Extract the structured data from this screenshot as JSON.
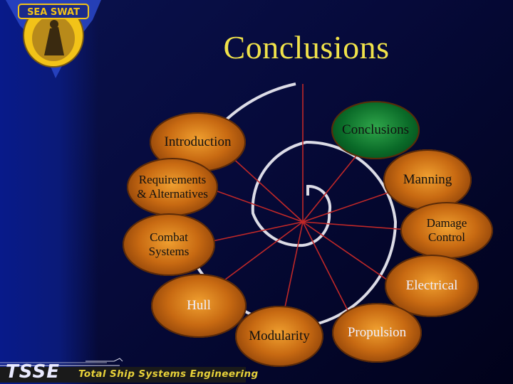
{
  "title": "Conclusions",
  "logo_text": "SEA SWAT",
  "footer": {
    "brand": "TSSE",
    "text": "Total Ship Systems Engineering"
  },
  "nodes": {
    "introduction": "Introduction",
    "conclusions": "Conclusions",
    "requirements": "Requirements\n& Alternatives",
    "manning": "Manning",
    "combat": "Combat\nSystems",
    "damage": "Damage\nControl",
    "electrical": "Electrical",
    "hull": "Hull",
    "modularity": "Modularity",
    "propulsion": "Propulsion"
  },
  "colors": {
    "title": "#f0e24a",
    "node_orange": "#c86a12",
    "node_active": "#0a6a28",
    "spokes": "#c02828"
  }
}
